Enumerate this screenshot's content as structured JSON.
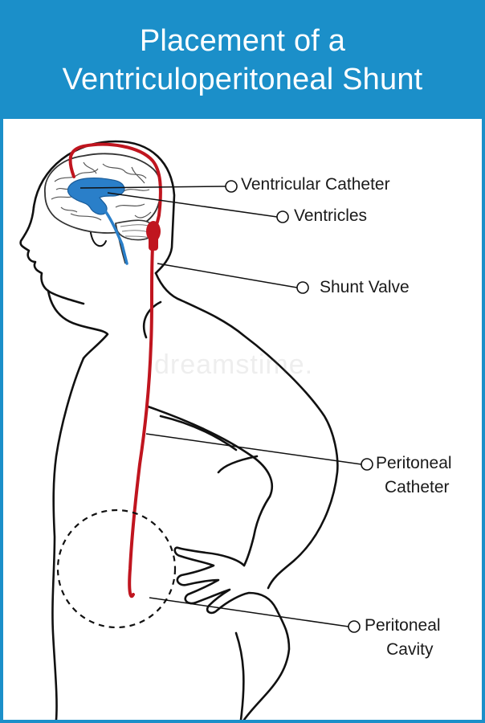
{
  "title": {
    "line1": "Placement of a",
    "line2": "Ventriculoperitoneal Shunt"
  },
  "labels": {
    "ventricular_catheter": "Ventricular Catheter",
    "ventricles": "Ventricles",
    "shunt_valve": "Shunt Valve",
    "peritoneal_catheter_line1": "Peritoneal",
    "peritoneal_catheter_line2": "Catheter",
    "peritoneal_cavity_line1": "Peritoneal",
    "peritoneal_cavity_line2": "Cavity"
  },
  "watermark": "dreamstime.",
  "colors": {
    "header_bg": "#1b8fc9",
    "shunt": "#c0151f",
    "ventricles": "#2a7fc9",
    "outline": "#111111"
  }
}
